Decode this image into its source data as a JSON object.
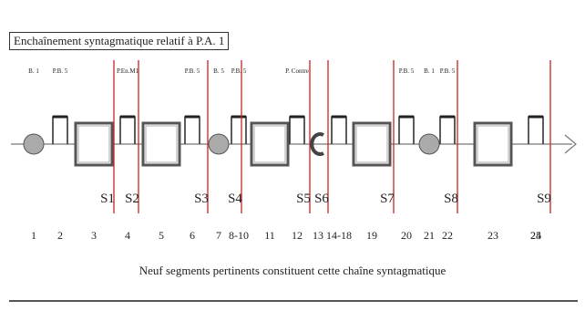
{
  "title": "Enchaînement syntagmatique relatif à P.A. 1",
  "caption": "Neuf segments pertinents constituent cette chaîne syntagmatique",
  "colors": {
    "line": "#777777",
    "segment_rule": "#cc2222",
    "circle_fill": "#aaaaaa",
    "ink": "#222222"
  },
  "elements": [
    {
      "kind": "circle",
      "label": "B. 1",
      "number": "1"
    },
    {
      "kind": "pulse",
      "label": "P.B. 5",
      "number": "2"
    },
    {
      "kind": "box",
      "label": "",
      "number": "3"
    },
    {
      "kind": "segment",
      "label": "S1"
    },
    {
      "kind": "pulse",
      "label": "P.En.M1",
      "number": "4"
    },
    {
      "kind": "segment",
      "label": "S2"
    },
    {
      "kind": "box",
      "label": "",
      "number": "5"
    },
    {
      "kind": "pulse",
      "label": "P.B. 5",
      "number": "6"
    },
    {
      "kind": "segment",
      "label": "S3"
    },
    {
      "kind": "circle",
      "label": "B. 5",
      "number": "7"
    },
    {
      "kind": "pulse",
      "label": "P.B. 5",
      "number": "8-10"
    },
    {
      "kind": "segment",
      "label": "S4"
    },
    {
      "kind": "box",
      "label": "",
      "number": "11"
    },
    {
      "kind": "pulse",
      "label": "P. Contre",
      "number": "12"
    },
    {
      "kind": "segment",
      "label": "S5"
    },
    {
      "kind": "hook",
      "label": "",
      "number": "13"
    },
    {
      "kind": "segment",
      "label": "S6"
    },
    {
      "kind": "pulse",
      "label": "",
      "number": "14-18"
    },
    {
      "kind": "box",
      "label": "",
      "number": "19"
    },
    {
      "kind": "pulse",
      "label": "P.B. 5",
      "number": "20"
    },
    {
      "kind": "segment",
      "label": "S7"
    },
    {
      "kind": "circle",
      "label": "B. 1",
      "number": "21"
    },
    {
      "kind": "pulse",
      "label": "P.B. 5",
      "number": "22"
    },
    {
      "kind": "segment",
      "label": "S8"
    },
    {
      "kind": "box",
      "label": "",
      "number": "23"
    },
    {
      "kind": "pulse",
      "label": "",
      "number": "24"
    },
    {
      "kind": "segment",
      "label": "S9"
    },
    {
      "kind": "number_only",
      "label": "",
      "number": "25"
    }
  ]
}
